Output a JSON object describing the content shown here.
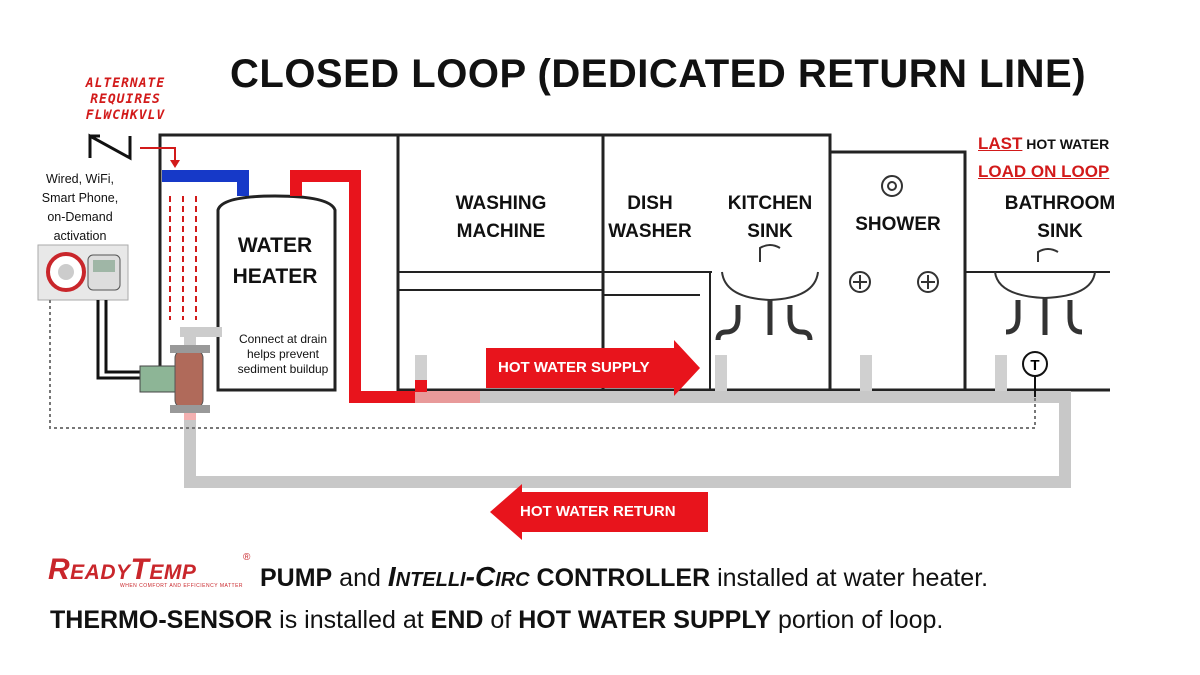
{
  "title": "CLOSED LOOP (DEDICATED RETURN LINE)",
  "alternate_note": [
    "ALTERNATE",
    "REQUIRES",
    "FLWCHKVLV"
  ],
  "controller_note": [
    "Wired, WiFi,",
    "Smart Phone,",
    "on-Demand",
    "activation"
  ],
  "water_heater": [
    "WATER",
    "HEATER"
  ],
  "drain_note": [
    "Connect at drain",
    "helps prevent",
    "sediment buildup"
  ],
  "fixtures": {
    "washing_machine": [
      "WASHING",
      "MACHINE"
    ],
    "dish_washer": [
      "DISH",
      "WASHER"
    ],
    "kitchen_sink": [
      "KITCHEN",
      "SINK"
    ],
    "shower": "SHOWER",
    "bathroom_sink": [
      "BATHROOM",
      "SINK"
    ]
  },
  "last_load": {
    "last": "LAST",
    "hot_water": " HOT WATER",
    "load_on_loop": "LOAD ON LOOP"
  },
  "arrows": {
    "supply": "HOT WATER SUPPLY",
    "return": "HOT WATER RETURN"
  },
  "sensor_symbol": "T",
  "caption": {
    "brand": "ReadyTemp",
    "brand_tagline": "WHEN COMFORT AND EFFICIENCY MATTER",
    "trademark": "®",
    "line1": {
      "w1": "PUMP",
      "w2": " and ",
      "w3": "Intelli-Circ",
      "w4": " CONTROLLER",
      "w5": "  installed at water heater."
    },
    "line2": {
      "w1": "THERMO-SENSOR",
      "w2": " is installed at ",
      "w3": "END",
      "w4": " of ",
      "w5": "HOT WATER SUPPLY",
      "w6": " portion of loop."
    }
  },
  "colors": {
    "hot": "#e8141c",
    "cold": "#1639c8",
    "pipe": "#c8c8c8",
    "accent_red": "#d21a1a"
  }
}
